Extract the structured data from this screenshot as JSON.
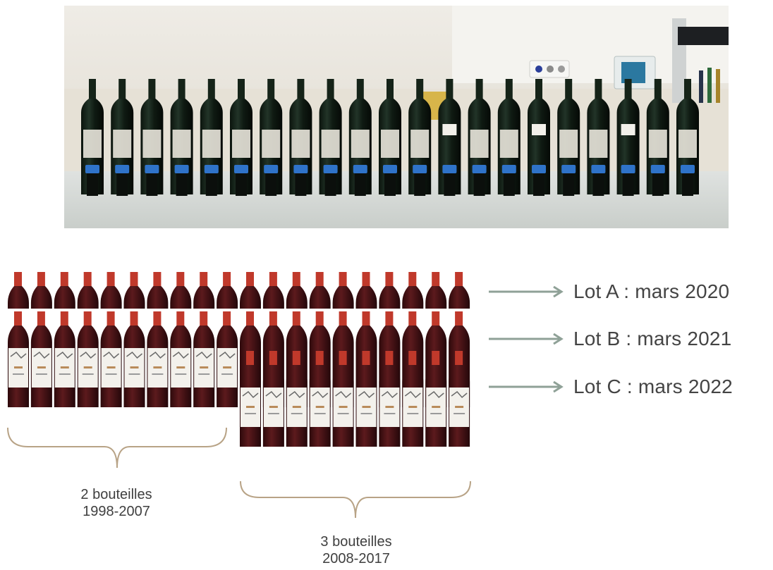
{
  "photo": {
    "description_icon": "wine-bottles-photo",
    "bottle_count": 21,
    "colors": {
      "wall_top": "#ece8df",
      "wall_bottom": "#e2ddd1",
      "counter": "#d7dad8",
      "bottle": "#152318",
      "capsule": "#2f73c9"
    }
  },
  "bottle_grid": {
    "colors": {
      "body": "#4a1416",
      "cap": "#c0392b",
      "label": "#f3f1ec"
    }
  },
  "lots": [
    {
      "label": "Lot A : mars 2020"
    },
    {
      "label": "Lot B : mars 2021"
    },
    {
      "label": "Lot C : mars 2022"
    }
  ],
  "groups": [
    {
      "line1": "2 bouteilles",
      "line2": "1998-2007"
    },
    {
      "line1": "3 bouteilles",
      "line2": "2008-2017"
    }
  ],
  "colors": {
    "arrow": "#8fa197",
    "brace": "#b8a386",
    "text": "#3f3f3f"
  }
}
